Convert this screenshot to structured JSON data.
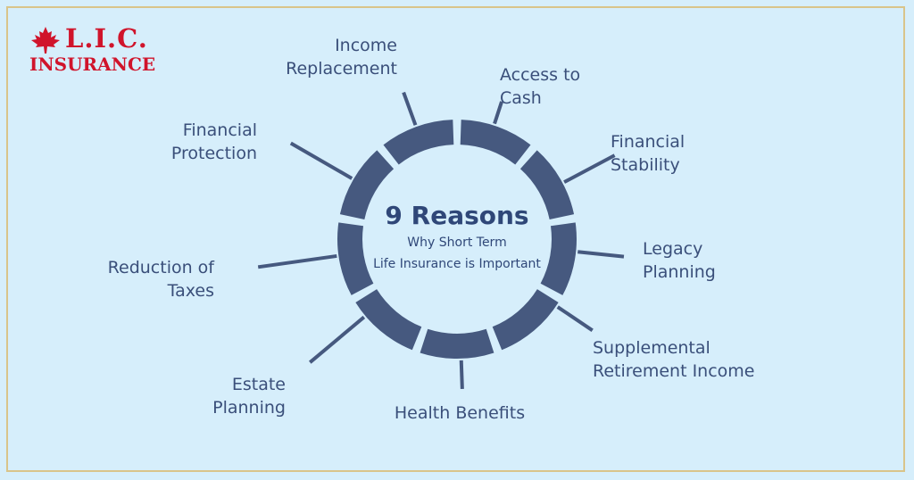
{
  "brand": {
    "name": "L.I.C.",
    "subtitle": "INSURANCE",
    "color": "#d0142b"
  },
  "center": {
    "title": "9 Reasons",
    "line1": "Why Short Term",
    "line2": "Life Insurance is Important"
  },
  "reasons": [
    "Income\nReplacement",
    "Access to\nCash",
    "Financial\nStability",
    "Legacy\nPlanning",
    "Supplemental\nRetirement Income",
    "Health Benefits",
    "Estate\nPlanning",
    "Reduction of\nTaxes",
    "Financial\nProtection"
  ],
  "colors": {
    "ring": "#46597f",
    "background": "#d6eefb",
    "border": "#d9c48a",
    "text": "#3a4f7a"
  }
}
